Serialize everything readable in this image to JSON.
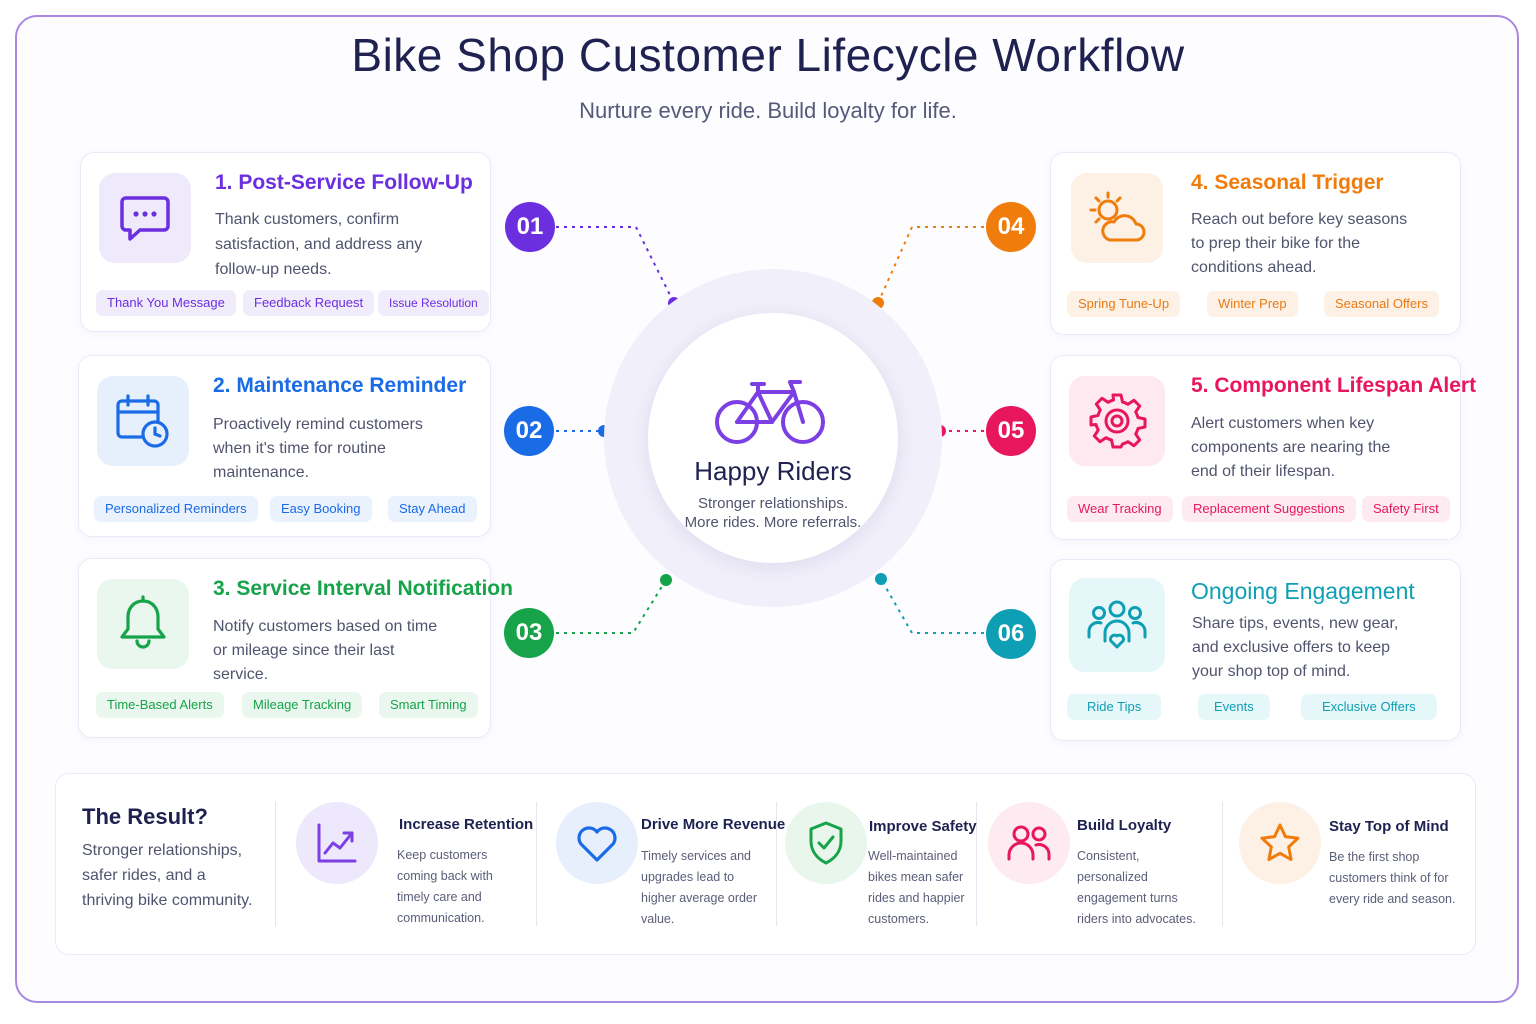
{
  "header": {
    "title": "Bike Shop Customer Lifecycle Workflow",
    "subtitle": "Nurture every ride. Build loyalty for life."
  },
  "hub": {
    "icon": "bicycle-icon",
    "title": "Happy Riders",
    "line1": "Stronger relationships.",
    "line2": "More rides. More referrals."
  },
  "steps": [
    {
      "num": "01",
      "title": "1. Post-Service Follow-Up",
      "desc": "Thank customers, confirm satisfaction, and address any follow-up needs.",
      "icon": "chat-bubble-icon",
      "color": "#6b2fe0",
      "tags": [
        "Thank You Message",
        "Feedback Request",
        "Issue Resolution"
      ]
    },
    {
      "num": "02",
      "title": "2. Maintenance Reminder",
      "desc": "Proactively remind customers when it's time for routine maintenance.",
      "icon": "calendar-clock-icon",
      "color": "#1a6be6",
      "tags": [
        "Personalized Reminders",
        "Easy Booking",
        "Stay Ahead"
      ]
    },
    {
      "num": "03",
      "title": "3. Service Interval Notification",
      "desc": "Notify customers based on time or mileage since their last service.",
      "icon": "bell-icon",
      "color": "#16a34a",
      "tags": [
        "Time-Based Alerts",
        "Mileage Tracking",
        "Smart Timing"
      ]
    },
    {
      "num": "04",
      "title": "4. Seasonal Trigger",
      "desc": "Reach out before key seasons to prep their bike for the conditions ahead.",
      "icon": "sun-cloud-icon",
      "color": "#f07c0c",
      "tags": [
        "Spring Tune-Up",
        "Winter Prep",
        "Seasonal Offers"
      ]
    },
    {
      "num": "05",
      "title": "5. Component Lifespan Alert",
      "desc": "Alert customers when key components are nearing the end of their lifespan.",
      "icon": "gear-icon",
      "color": "#e8175d",
      "tags": [
        "Wear Tracking",
        "Replacement Suggestions",
        "Safety First"
      ]
    },
    {
      "num": "06",
      "title": "Ongoing Engagement",
      "desc": "Share tips, events, new gear, and exclusive offers to keep your shop top of mind.",
      "icon": "community-heart-icon",
      "color": "#0e9fb5",
      "tags": [
        "Ride Tips",
        "Events",
        "Exclusive Offers"
      ]
    }
  ],
  "result": {
    "heading": "The Result?",
    "summary": "Stronger relationships, safer rides, and a thriving bike community.",
    "benefits": [
      {
        "title": "Increase Retention",
        "desc": "Keep customers coming back with timely care and communication.",
        "icon": "trend-up-icon"
      },
      {
        "title": "Drive More Revenue",
        "desc": "Timely services and upgrades lead to higher average order value.",
        "icon": "heart-icon"
      },
      {
        "title": "Improve Safety",
        "desc": "Well-maintained bikes mean safer rides and happier customers.",
        "icon": "shield-check-icon"
      },
      {
        "title": "Build Loyalty",
        "desc": "Consistent, personalized engagement turns riders into advocates.",
        "icon": "users-icon"
      },
      {
        "title": "Stay Top of Mind",
        "desc": "Be the first shop customers think of for every ride and season.",
        "icon": "star-icon"
      }
    ]
  }
}
